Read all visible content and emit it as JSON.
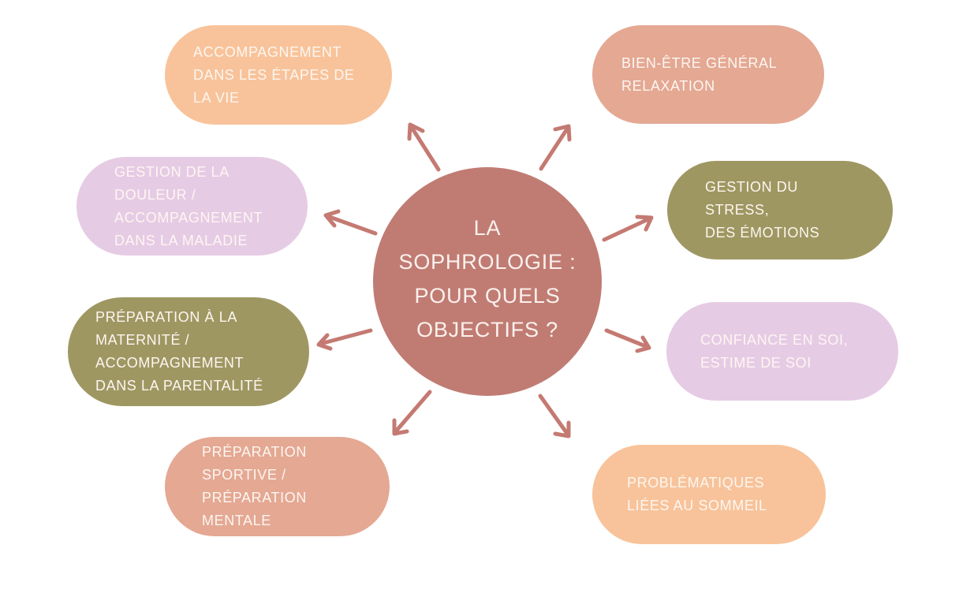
{
  "diagram": {
    "center": {
      "title": "LA\nSOPHROLOGIE :\nPOUR QUELS\nOBJECTIFS ?",
      "color": "#c07c73"
    },
    "nodes": [
      {
        "id": "etapes-vie",
        "label": "ACCOMPAGNEMENT\nDANS LES ÉTAPES DE\nLA VIE",
        "color": "#f8c39a",
        "position": "top-left"
      },
      {
        "id": "bien-etre",
        "label": "BIEN-ÊTRE GÉNÉRAL\nRELAXATION",
        "color": "#e4a893",
        "position": "top-right"
      },
      {
        "id": "douleur",
        "label": "GESTION DE LA\nDOULEUR /\nACCOMPAGNEMENT\nDANS LA MALADIE",
        "color": "#e6cbe5",
        "position": "left-upper"
      },
      {
        "id": "stress",
        "label": "GESTION DU\nSTRESS,\nDES ÉMOTIONS",
        "color": "#9f9762",
        "position": "right-upper"
      },
      {
        "id": "maternite",
        "label": "PRÉPARATION À LA\nMATERNITÉ /\nACCOMPAGNEMENT\nDANS LA PARENTALITÉ",
        "color": "#9f9762",
        "position": "left-lower"
      },
      {
        "id": "confiance",
        "label": "CONFIANCE EN SOI,\nESTIME DE SOI",
        "color": "#e6cbe5",
        "position": "right-lower"
      },
      {
        "id": "sportive",
        "label": "PRÉPARATION\nSPORTIVE /\nPRÉPARATION\nMENTALE",
        "color": "#e4a893",
        "position": "bottom-left"
      },
      {
        "id": "sommeil",
        "label": "PROBLÉMATIQUES\nLIÉES AU SOMMEIL",
        "color": "#f8c39a",
        "position": "bottom-right"
      }
    ],
    "arrow_color": "#c47a72",
    "background": "#ffffff"
  }
}
